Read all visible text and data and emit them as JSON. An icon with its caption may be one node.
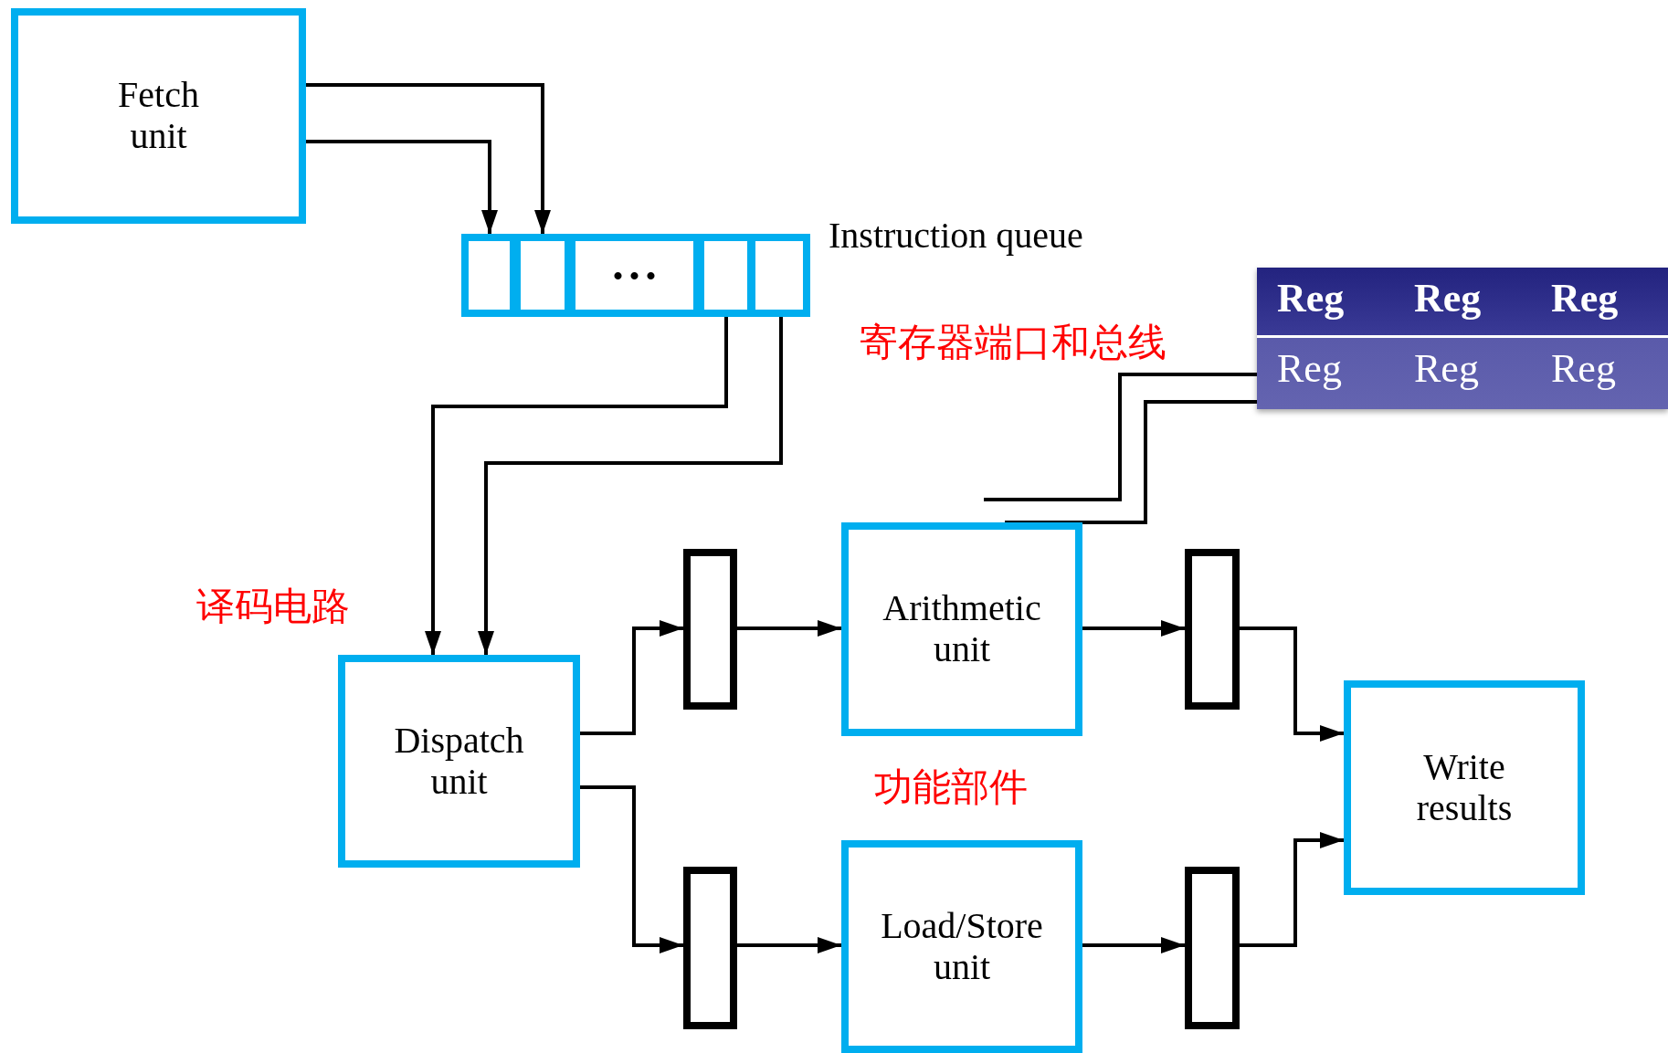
{
  "diagram": {
    "nodes": [
      {
        "text": [
          "Fetch unit"
        ]
      },
      {
        "text": [],
        "shape": "box",
        "beside": [
          "Instruction queue"
        ]
      },
      {
        "text": [],
        "shape": "box",
        "in": 1
      },
      {
        "text": [],
        "shape": "box",
        "in": 1
      },
      {
        "text": [
          "• • •"
        ],
        "in": 1
      },
      {
        "text": [],
        "shape": "box",
        "in": 1
      },
      {
        "text": [],
        "shape": "box",
        "in": 1
      },
      {
        "text": [
          "Reg",
          "Reg",
          "Reg",
          "Reg",
          "Reg",
          "Reg"
        ]
      },
      {
        "text": [
          "Dispatch unit"
        ]
      },
      {
        "text": [],
        "shape": "bar"
      },
      {
        "text": [
          "Arithmetic unit"
        ]
      },
      {
        "text": [],
        "shape": "bar"
      },
      {
        "text": [],
        "shape": "bar"
      },
      {
        "text": [
          "Load/Store unit"
        ]
      },
      {
        "text": [],
        "shape": "bar"
      },
      {
        "text": [
          "Write results"
        ]
      }
    ],
    "edges": [
      {
        "from": 0,
        "to": 3,
        "arrow": "to"
      },
      {
        "from": 0,
        "to": 2,
        "arrow": "to"
      },
      {
        "from": 5,
        "to": 8,
        "arrow": "to"
      },
      {
        "from": 6,
        "to": 8,
        "arrow": "to"
      },
      {
        "from": 8,
        "to": 9,
        "arrow": "to"
      },
      {
        "from": 9,
        "to": 10,
        "arrow": "to"
      },
      {
        "from": 10,
        "to": 11,
        "arrow": "to"
      },
      {
        "from": 11,
        "to": 15,
        "arrow": "to"
      },
      {
        "from": 8,
        "to": 12,
        "arrow": "to"
      },
      {
        "from": 12,
        "to": 13,
        "arrow": "to"
      },
      {
        "from": 13,
        "to": 14,
        "arrow": "to"
      },
      {
        "from": 14,
        "to": 15,
        "arrow": "to"
      },
      {
        "from": 7,
        "to": null,
        "arrow": "none"
      },
      {
        "from": 7,
        "to": 10,
        "arrow": "none"
      }
    ],
    "labels": [
      "寄存器端口和总线",
      "译码电路",
      "功能部件"
    ]
  }
}
